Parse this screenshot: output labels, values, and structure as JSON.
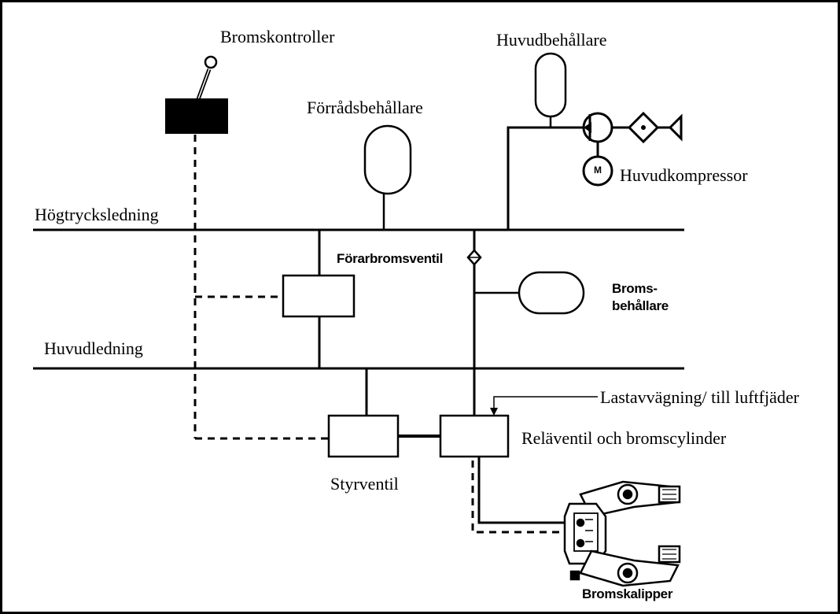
{
  "diagram": {
    "labels": {
      "bromskontroller": "Bromskontroller",
      "huvudbehallare": "Huvudbehållare",
      "forradsbehallare": "Förrådsbehållare",
      "huvudkompressor": "Huvudkompressor",
      "motor_symbol": "M",
      "hogtrycksledning": "Högtrycksledning",
      "forarbromsventil": "Förarbromsventil",
      "bromsbehallare_line1": "Broms-",
      "bromsbehallare_line2": "behållare",
      "huvudledning": "Huvudledning",
      "lastavvagning": "Lastavvägning/ till luftfjäder",
      "relaventil": "Reläventil och bromscylinder",
      "styrventil": "Styrventil",
      "bromskalipper": "Bromskalipper"
    }
  }
}
